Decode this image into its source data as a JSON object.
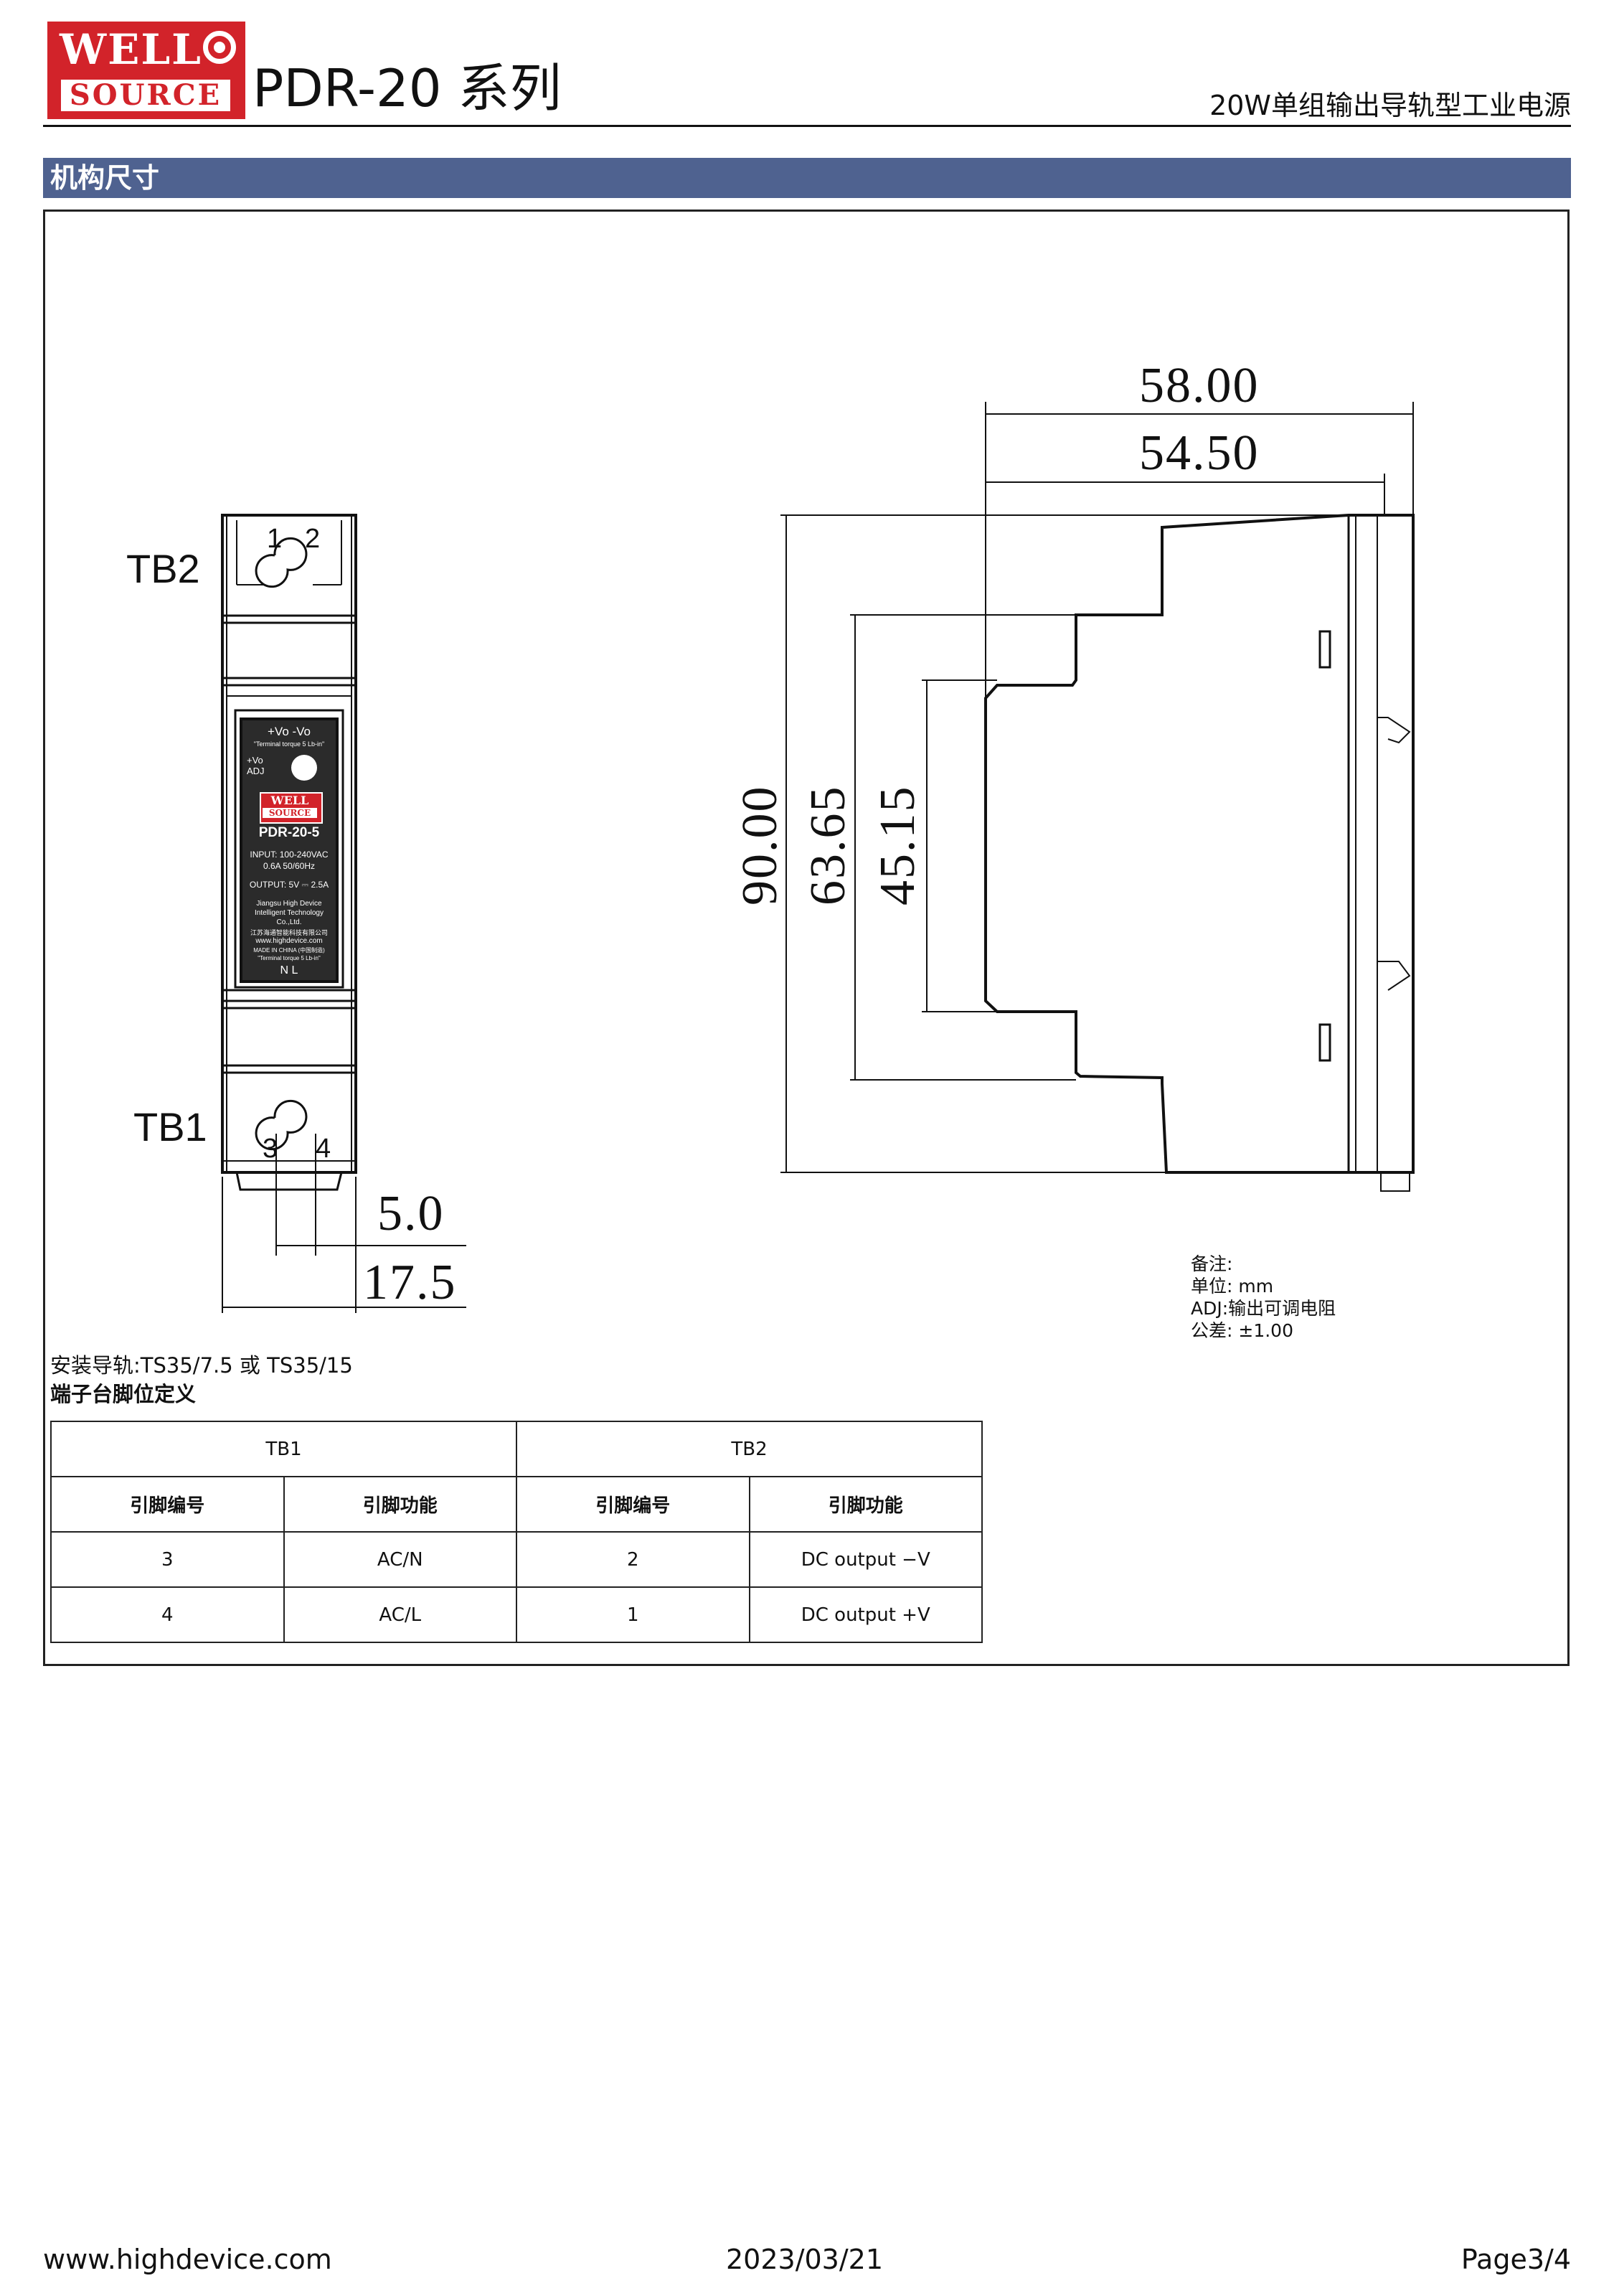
{
  "header": {
    "logo_top": "WELL",
    "logo_bottom": "SOURCE",
    "series_title": "PDR-20 系列",
    "subtitle": "20W单组输出导轨型工业电源"
  },
  "section": {
    "title": "机构尺寸"
  },
  "drawing": {
    "tb2_label": "TB2",
    "tb1_label": "TB1",
    "tb2_pins": [
      "1",
      "2"
    ],
    "tb1_pins": [
      "3",
      "4"
    ],
    "dims": {
      "pitch": "5.0",
      "width": "17.5",
      "depth_total": "58.00",
      "depth_body": "54.50",
      "height_total": "90.00",
      "height_mid": "63.65",
      "height_front": "45.15"
    },
    "device_label": {
      "out_terms": "+Vo  -Vo",
      "torque_top": "\"Terminal torque 5 Lb-in\"",
      "adj": "+Vo ADJ",
      "brand_top": "WELL",
      "brand_bottom": "SOURCE",
      "model": "PDR-20-5",
      "input": "INPUT: 100-240VAC",
      "input2": "0.6A  50/60Hz",
      "output": "OUTPUT:  5V ⎓ 2.5A",
      "maker1": "Jiangsu High Device",
      "maker2": "Intelligent Technology",
      "maker3": "Co.,Ltd.",
      "maker_cn": "江苏海通智能科技有限公司",
      "web": "www.highdevice.com",
      "made": "MADE IN CHINA (中国制造)",
      "torque_bottom": "\"Terminal torque 5 Lb-in\"",
      "in_terms": "N    L"
    }
  },
  "notes": {
    "title": "备注:",
    "unit": "单位: mm",
    "adj": "ADJ:输出可调电阻",
    "tolerance": "公差: ±1.00"
  },
  "rail": "安装导轨:TS35/7.5 或 TS35/15",
  "terminal_def_title": "端子台脚位定义",
  "pin_table": {
    "groups": [
      "TB1",
      "TB2"
    ],
    "headers": [
      "引脚编号",
      "引脚功能",
      "引脚编号",
      "引脚功能"
    ],
    "rows": [
      [
        "3",
        "AC/N",
        "2",
        "DC output −V"
      ],
      [
        "4",
        "AC/L",
        "1",
        "DC output +V"
      ]
    ]
  },
  "footer": {
    "website": "www.highdevice.com",
    "date": "2023/03/21",
    "page": "Page3/4"
  }
}
